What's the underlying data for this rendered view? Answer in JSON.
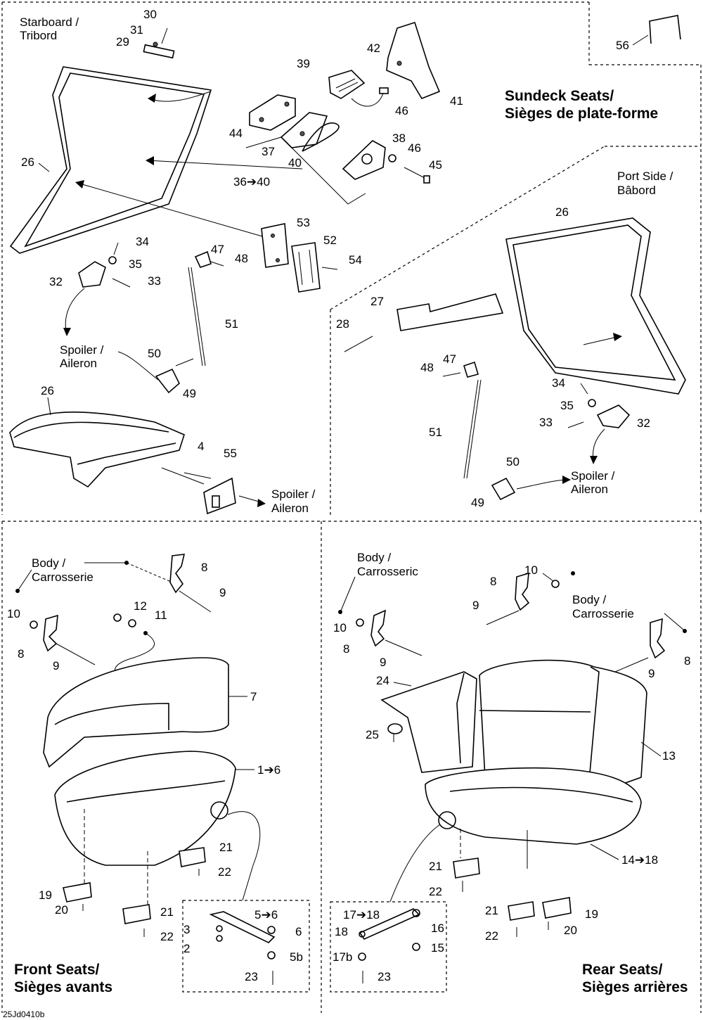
{
  "figure_code": "25Jd0410b",
  "sections": {
    "sundeck": {
      "title_line1": "Sundeck Seats/",
      "title_line2": "Sièges de plate-forme",
      "starboard_line1": "Starboard /",
      "starboard_line2": "Tribord",
      "port_line1": "Port Side /",
      "port_line2": "Bâbord",
      "spoiler_line1": "Spoiler /",
      "spoiler_line2": "Aileron"
    },
    "front": {
      "title_line1": "Front Seats/",
      "title_line2": "Sièges avants",
      "body_line1": "Body /",
      "body_line2": "Carrosserie"
    },
    "rear": {
      "title_line1": "Rear Seats/",
      "title_line2": "Sièges arrières",
      "body_line1": "Body /",
      "body_line2": "Carrosseric",
      "body2_line1": "Body /",
      "body2_line2": "Carrosserie"
    }
  },
  "callouts": {
    "c30": "30",
    "c31": "31",
    "c29": "29",
    "c42": "42",
    "c39": "39",
    "c41": "41",
    "c46a": "46",
    "c44": "44",
    "c37": "37",
    "c38": "38",
    "c46b": "46",
    "c45": "45",
    "c40": "40",
    "c3640": "36➔40",
    "c56": "56",
    "c26a": "26",
    "c53": "53",
    "c52": "52",
    "c54": "54",
    "c34a": "34",
    "c47a": "47",
    "c48a": "48",
    "c35a": "35",
    "c32a": "32",
    "c33a": "33",
    "c51a": "51",
    "c50a": "50",
    "c49a": "49",
    "c26b": "26",
    "c4": "4",
    "c55": "55",
    "c26c": "26",
    "c27": "27",
    "c28": "28",
    "c47b": "47",
    "c48b": "48",
    "c34b": "34",
    "c35b": "35",
    "c33b": "33",
    "c32b": "32",
    "c51b": "51",
    "c50b": "50",
    "c49b": "49",
    "f8a": "8",
    "f9a": "9",
    "f12": "12",
    "f11": "11",
    "f10": "10",
    "f8b": "8",
    "f9b": "9",
    "f7": "7",
    "f16": "1➔6",
    "f21a": "21",
    "f22a": "22",
    "f19": "19",
    "f20": "20",
    "f21b": "21",
    "f22b": "22",
    "f56": "5➔6",
    "f3": "3",
    "f6": "6",
    "f2": "2",
    "f5b": "5b",
    "f23": "23",
    "r10a": "10",
    "r8a": "8",
    "r9a": "9",
    "r10b": "10",
    "r8b": "8",
    "r9b": "9",
    "r8c": "8",
    "r9c": "9",
    "r24": "24",
    "r25": "25",
    "r13": "13",
    "r1418": "14➔18",
    "r21a": "21",
    "r22a": "22",
    "r21b": "21",
    "r22b": "22",
    "r19": "19",
    "r20": "20",
    "r1718": "17➔18",
    "r18": "18",
    "r16": "16",
    "r15": "15",
    "r17b": "17b",
    "r23": "23"
  }
}
